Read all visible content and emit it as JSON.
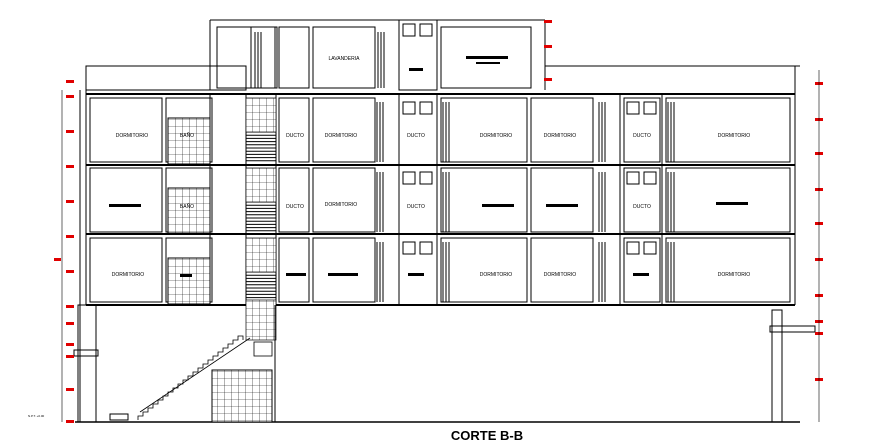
{
  "drawing": {
    "title": "CORTE B-B",
    "level_tag": "N.P.T. +0.00",
    "rooms": {
      "lavanderia": "LAVANDERIA",
      "dormitorio_1a": "DORMITORIO",
      "bano_1a": "BAÑO",
      "ducto_1": "DUCTO",
      "dormitorio_1b": "DORMITORIO",
      "ducto_1c": "DUCTO",
      "dormitorio_1d": "DORMITORIO",
      "dormitorio_1e": "DORMITORIO",
      "ducto_1f": "DUCTO",
      "dormitorio_1g": "DORMITORIO",
      "bano_2a": "BAÑO",
      "ducto_2": "DUCTO",
      "dormitorio_2b": "DORMITORIO",
      "ducto_2c": "DUCTO",
      "ducto_2f": "DUCTO",
      "dormitorio_3a": "DORMITORIO",
      "dormitorio_3d": "DORMITORIO",
      "dormitorio_3e": "DORMITORIO",
      "dormitorio_3g": "DORMITORIO"
    },
    "colors": {
      "line": "#000000",
      "level_marker": "#e00000",
      "background": "#ffffff"
    }
  }
}
